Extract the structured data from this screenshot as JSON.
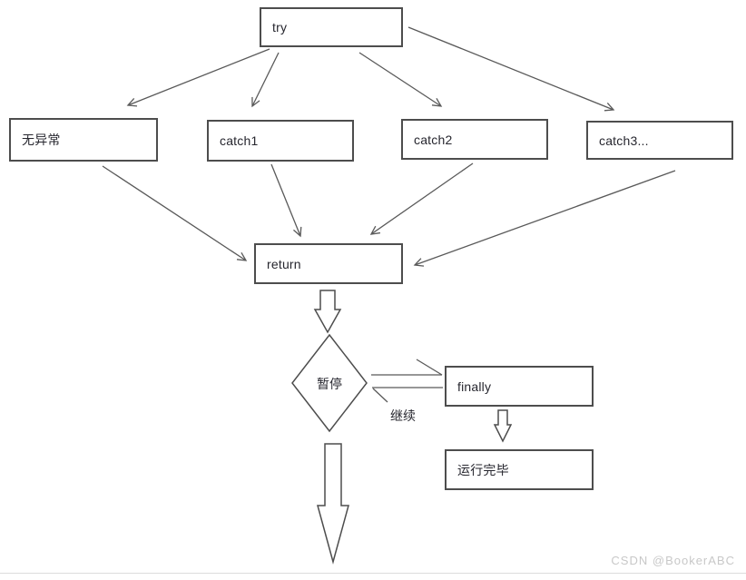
{
  "diagram": {
    "title_semantic": "try-catch-finally exception handling flowchart",
    "colors": {
      "box_border": "#4d4d4d",
      "arrow_line": "#595959",
      "text": "#26262e",
      "watermark": "#c8c8c8",
      "divider": "#dcdcdc",
      "background": "#ffffff"
    },
    "nodes": {
      "try": {
        "label": "try",
        "shape": "rect"
      },
      "no_exception": {
        "label": "无异常",
        "shape": "rect"
      },
      "catch1": {
        "label": "catch1",
        "shape": "rect"
      },
      "catch2": {
        "label": "catch2",
        "shape": "rect"
      },
      "catch3": {
        "label": "catch3...",
        "shape": "rect"
      },
      "return": {
        "label": "return",
        "shape": "rect"
      },
      "pause": {
        "label": "暂停",
        "shape": "diamond"
      },
      "finally": {
        "label": "finally",
        "shape": "rect"
      },
      "run_complete": {
        "label": "运行完毕",
        "shape": "rect"
      }
    },
    "edge_labels": {
      "continue": "继续"
    },
    "edges": [
      {
        "from": "try",
        "to": "no_exception",
        "style": "thin-arrow"
      },
      {
        "from": "try",
        "to": "catch1",
        "style": "thin-arrow"
      },
      {
        "from": "try",
        "to": "catch2",
        "style": "thin-arrow"
      },
      {
        "from": "try",
        "to": "catch3",
        "style": "thin-arrow"
      },
      {
        "from": "no_exception",
        "to": "return",
        "style": "thin-arrow"
      },
      {
        "from": "catch1",
        "to": "return",
        "style": "thin-arrow"
      },
      {
        "from": "catch2",
        "to": "return",
        "style": "thin-arrow"
      },
      {
        "from": "catch3",
        "to": "return",
        "style": "thin-arrow"
      },
      {
        "from": "return",
        "to": "pause",
        "style": "hollow-arrow"
      },
      {
        "from": "pause",
        "to": "finally",
        "style": "thin-arrow"
      },
      {
        "from": "finally",
        "to": "pause",
        "style": "thin-arrow",
        "label": "继续"
      },
      {
        "from": "pause",
        "to": "exit-down",
        "style": "hollow-arrow"
      },
      {
        "from": "finally",
        "to": "run_complete",
        "style": "hollow-arrow"
      }
    ]
  },
  "watermark": {
    "text": "CSDN @BookerABC"
  }
}
